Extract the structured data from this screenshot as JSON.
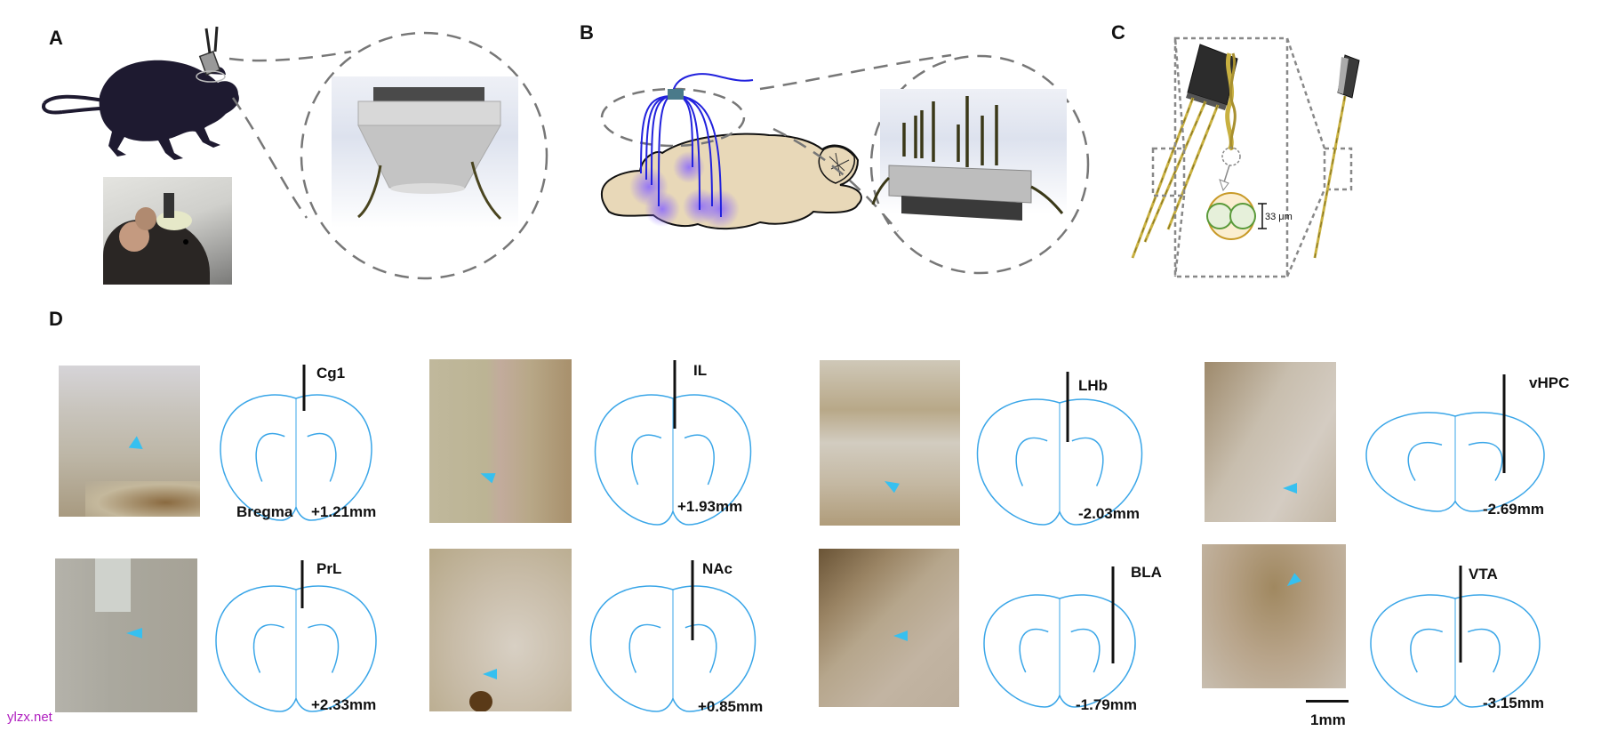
{
  "figure": {
    "panels": {
      "A": {
        "label": "A",
        "description": "Mouse with head-mounted electrode connector; photo of implanted mouse; magnified connector view"
      },
      "B": {
        "label": "B",
        "description": "Sagittal brain schematic with multi-site electrode bundle and magnified connector with electrodes"
      },
      "C": {
        "label": "C",
        "description": "Twisted wire electrode bundles with magnified cross-section",
        "cross_section_label": "33 μm"
      },
      "D": {
        "label": "D",
        "description": "Histology verification of electrode placements with atlas schematics"
      }
    },
    "sites": [
      {
        "region": "Cg1",
        "coordinate": "+1.21mm",
        "prefix": "Bregma"
      },
      {
        "region": "IL",
        "coordinate": "+1.93mm"
      },
      {
        "region": "LHb",
        "coordinate": "-2.03mm"
      },
      {
        "region": "vHPC",
        "coordinate": "-2.69mm"
      },
      {
        "region": "PrL",
        "coordinate": "+2.33mm"
      },
      {
        "region": "NAc",
        "coordinate": "+0.85mm"
      },
      {
        "region": "BLA",
        "coordinate": "-1.79mm"
      },
      {
        "region": "VTA",
        "coordinate": "-3.15mm"
      }
    ],
    "scale_bar": "1mm",
    "watermark": "ylzx.net",
    "colors": {
      "atlas_line": "#3aa6e8",
      "atlas_fill": "#1a8ee0",
      "arrowhead": "#36c0f0",
      "fiber": "#2222dd",
      "brain_fill": "#e8d8b8",
      "glow": "#8866ff",
      "dash": "#777777",
      "wire": "#c8b040",
      "mouse": "#1e1a30"
    }
  }
}
